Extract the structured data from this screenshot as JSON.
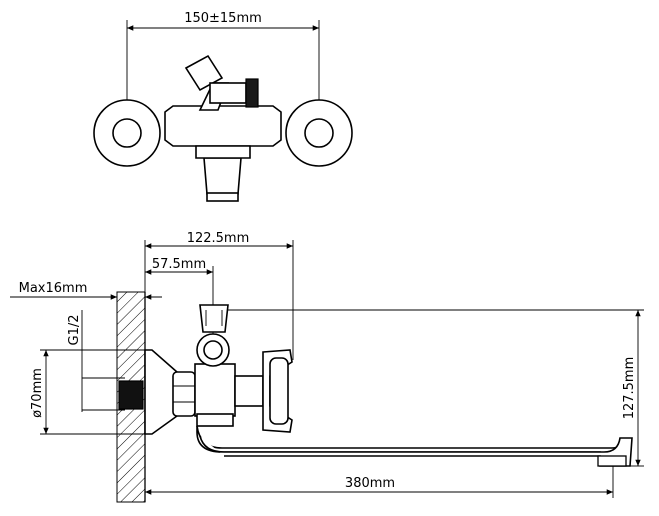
{
  "dimensions": {
    "top_width": "150±15mm",
    "reach_total": "122.5mm",
    "reach_inner": "57.5mm",
    "wall_max": "Max16mm",
    "thread": "G1/2",
    "flange_diameter": "ø70mm",
    "height": "127.5mm",
    "spout_length": "380mm"
  }
}
